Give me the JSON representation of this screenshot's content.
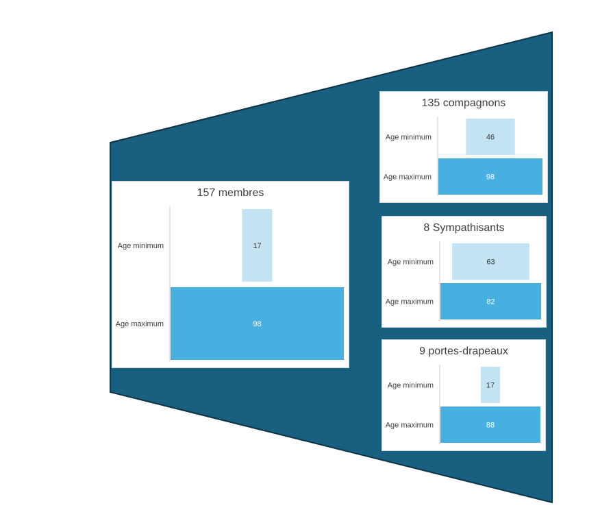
{
  "colors": {
    "funnel": "#17607f",
    "funnel_stroke": "#0f3347",
    "bar_min": "#c5e4f3",
    "bar_max": "#47b0e0",
    "axis": "#c8c8c8",
    "text_min": "#333333",
    "text_max": "#ffffff"
  },
  "chart_data": [
    {
      "type": "bar",
      "orientation": "horizontal",
      "title": "157 membres",
      "categories": [
        "Age minimum",
        "Age maximum"
      ],
      "values": [
        17,
        98
      ],
      "xlim": [
        0,
        98
      ],
      "grid": false
    },
    {
      "type": "bar",
      "orientation": "horizontal",
      "title": "135 compagnons",
      "categories": [
        "Age minimum",
        "Age maximum"
      ],
      "values": [
        46,
        98
      ],
      "xlim": [
        0,
        98
      ],
      "grid": false
    },
    {
      "type": "bar",
      "orientation": "horizontal",
      "title": "8 Sympathisants",
      "categories": [
        "Age minimum",
        "Age maximum"
      ],
      "values": [
        63,
        82
      ],
      "xlim": [
        0,
        82
      ],
      "grid": false
    },
    {
      "type": "bar",
      "orientation": "horizontal",
      "title": "9 portes-drapeaux",
      "categories": [
        "Age minimum",
        "Age maximum"
      ],
      "values": [
        17,
        88
      ],
      "xlim": [
        0,
        88
      ],
      "grid": false
    }
  ]
}
